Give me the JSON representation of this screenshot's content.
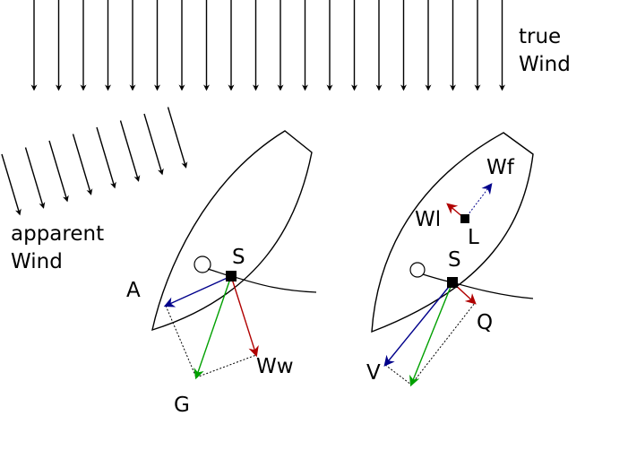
{
  "labels": {
    "true_wind_line1": "true",
    "true_wind_line2": "Wind",
    "apparent_wind_line1": "apparent",
    "apparent_wind_line2": "Wind",
    "left_sail_point": "S",
    "apparent_vector": "A",
    "wind_force_vector": "Ww",
    "resultant_vector": "G",
    "right_sail_point": "S",
    "lift_point": "L",
    "forward_force": "Wf",
    "lateral_force": "Wl",
    "drag_vector": "Q",
    "velocity_vector": "V"
  },
  "colors": {
    "outline": "#000000",
    "blue": "#00008b",
    "red": "#b00000",
    "green": "#00a000",
    "background": "#ffffff"
  }
}
